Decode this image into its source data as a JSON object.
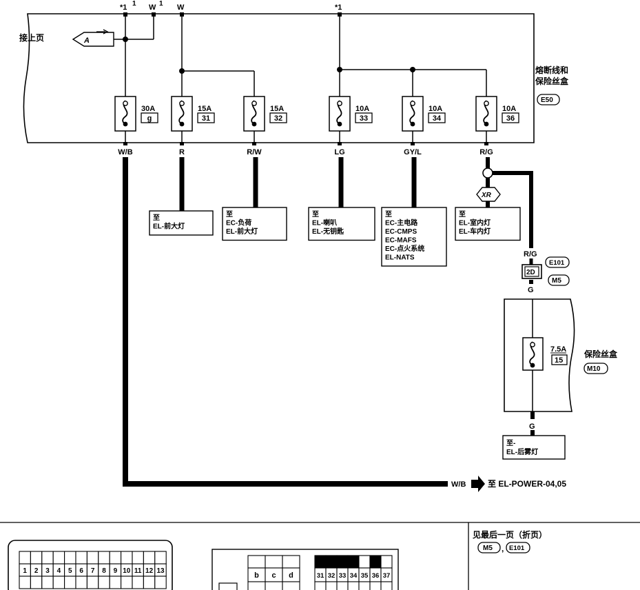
{
  "top_labels": {
    "star1_left": "*1",
    "w_mid": "W",
    "w_right": "W",
    "star1_center": "*1",
    "sup1": "1",
    "sup2": "1"
  },
  "connector_left": {
    "text": "接上页",
    "ref": "A"
  },
  "fuse_block": {
    "title_line1": "熔断线和",
    "title_line2": "保险丝盒",
    "ref": "E50"
  },
  "fuses": [
    {
      "rating": "30A",
      "num": "g",
      "wire": "W/B"
    },
    {
      "rating": "15A",
      "num": "31",
      "wire": "R"
    },
    {
      "rating": "15A",
      "num": "32",
      "wire": "R/W"
    },
    {
      "rating": "10A",
      "num": "33",
      "wire": "LG"
    },
    {
      "rating": "10A",
      "num": "34",
      "wire": "GY/L"
    },
    {
      "rating": "10A",
      "num": "36",
      "wire": "R/G"
    }
  ],
  "dest_boxes": [
    {
      "lines": [
        "至",
        "EL-前大灯"
      ]
    },
    {
      "lines": [
        "至",
        "EC-负荷",
        "EL-前大灯"
      ]
    },
    {
      "lines": [
        "至",
        "EL-喇叭",
        "EL-无钥匙"
      ]
    },
    {
      "lines": [
        "至",
        "EC-主电路",
        "EC-CMPS",
        "EC-MAFS",
        "EC-点火系统",
        "EL-NATS"
      ]
    },
    {
      "lines": [
        "至",
        "EL-室内灯",
        "EL-车内灯"
      ]
    }
  ],
  "xr_label": "XR",
  "connector_2d": {
    "wire_top": "R/G",
    "pin": "2D",
    "wire_bottom": "G",
    "ref1": "E101",
    "ref2": "M5"
  },
  "fuse_m10": {
    "rating": "7.5A",
    "num": "15",
    "title": "保险丝盒",
    "ref": "M10",
    "wire_out": "G"
  },
  "rear_defog_box": {
    "lines": [
      "至-",
      "EL-后雾灯"
    ]
  },
  "power_arrow": {
    "wire": "W/B",
    "text": "至 EL-POWER-04,05"
  },
  "bottom_note": {
    "line1": "见最后一页（折页）",
    "ref1": "M5",
    "ref2": "E101"
  },
  "connector_grid_left": [
    "1",
    "2",
    "3",
    "4",
    "5",
    "6",
    "7",
    "8",
    "9",
    "10",
    "11",
    "12",
    "13"
  ],
  "connector_grid_mid": [
    "b",
    "c",
    "d"
  ],
  "connector_grid_right": [
    "31",
    "32",
    "33",
    "34",
    "35",
    "36",
    "37"
  ]
}
